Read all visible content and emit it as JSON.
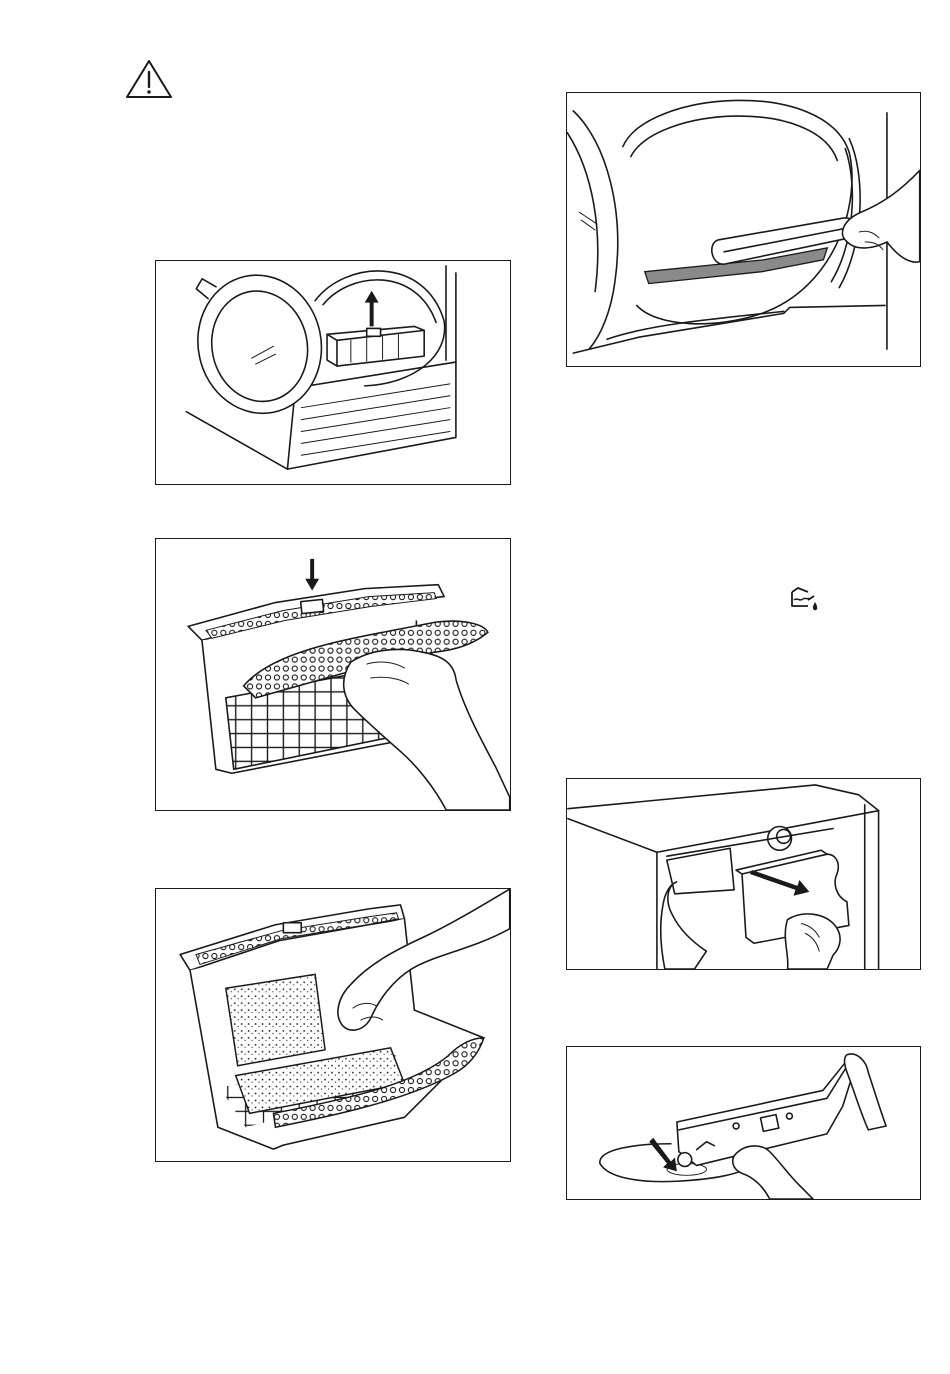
{
  "page": {
    "warning_icon": "warning-triangle-icon",
    "dry_tank_icon": "water-container-empty-icon"
  },
  "figures": [
    {
      "id": "remove-filter",
      "icon": "dryer-filter-removal-illustration"
    },
    {
      "id": "open-filter",
      "icon": "filter-press-open-illustration"
    },
    {
      "id": "clean-filter",
      "icon": "filter-cleaning-illustration"
    },
    {
      "id": "vacuum-seal",
      "icon": "door-seal-vacuum-illustration"
    },
    {
      "id": "pull-tank",
      "icon": "water-tank-pull-out-illustration"
    },
    {
      "id": "empty-tank",
      "icon": "water-tank-emptying-illustration"
    }
  ]
}
